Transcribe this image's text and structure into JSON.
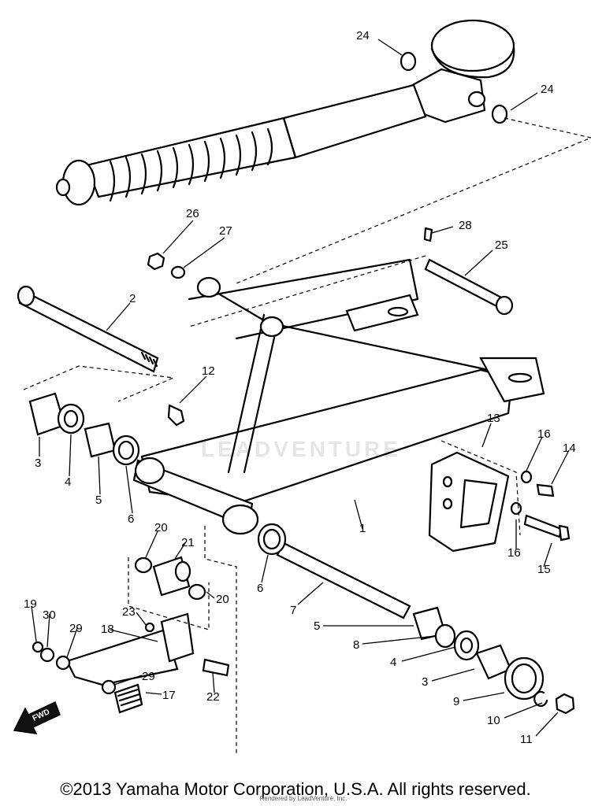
{
  "part_numbers": {
    "p1": "1",
    "p2": "2",
    "p3a": "3",
    "p3b": "3",
    "p4a": "4",
    "p4b": "4",
    "p5a": "5",
    "p5b": "5",
    "p6a": "6",
    "p6b": "6",
    "p7": "7",
    "p8": "8",
    "p9": "9",
    "p10": "10",
    "p11": "11",
    "p12": "12",
    "p13": "13",
    "p14": "14",
    "p15": "15",
    "p16a": "16",
    "p16b": "16",
    "p17": "17",
    "p18": "18",
    "p19": "19",
    "p20a": "20",
    "p20b": "20",
    "p21": "21",
    "p22": "22",
    "p23": "23",
    "p24a": "24",
    "p24b": "24",
    "p25": "25",
    "p26": "26",
    "p27": "27",
    "p28": "28",
    "p29a": "29",
    "p29b": "29",
    "p30": "30"
  },
  "fwd_label": "FWD",
  "watermark": "LEADVENTURE",
  "copyright": "©2013 Yamaha Motor Corporation, U.S.A. All rights reserved.",
  "rendered_by": "Rendered by LeadVenture, Inc."
}
